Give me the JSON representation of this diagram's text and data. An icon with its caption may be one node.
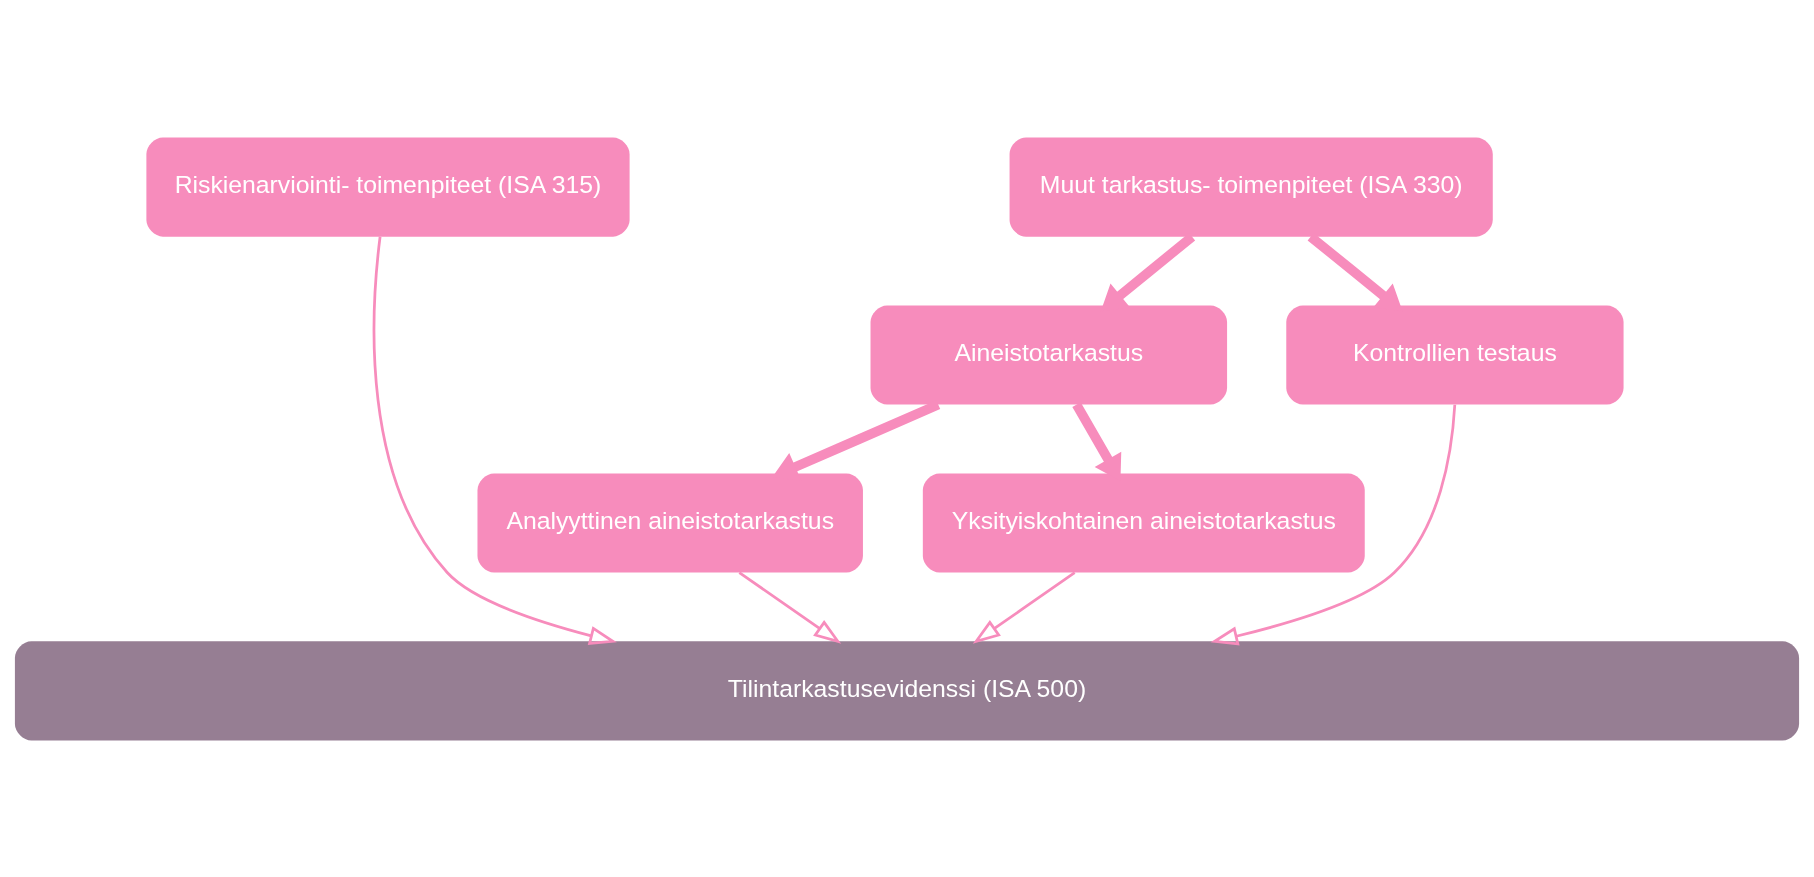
{
  "diagram": {
    "nodes": [
      {
        "text": [
          "Riskienarviointi- toimenpiteet (ISA 315)"
        ]
      },
      {
        "text": [
          "Muut tarkastus- toimenpiteet (ISA 330)"
        ]
      },
      {
        "text": [
          "Aineistotarkastus"
        ]
      },
      {
        "text": [
          "Kontrollien testaus"
        ]
      },
      {
        "text": [
          "Analyyttinen aineistotarkastus"
        ]
      },
      {
        "text": [
          "Yksityiskohtainen aineistotarkastus"
        ]
      },
      {
        "text": [
          "Tilintarkastusevidenssi (ISA 500)"
        ]
      }
    ],
    "edges": [
      {
        "from": 1,
        "to": 3,
        "arrow": "to",
        "style": "thick"
      },
      {
        "from": 1,
        "to": 2,
        "arrow": "to",
        "style": "thick"
      },
      {
        "from": 2,
        "to": 4,
        "arrow": "to",
        "style": "thick"
      },
      {
        "from": 2,
        "to": 5,
        "arrow": "to",
        "style": "thick"
      },
      {
        "from": 0,
        "to": 6,
        "arrow": "to"
      },
      {
        "from": 4,
        "to": 6,
        "arrow": "to"
      },
      {
        "from": 5,
        "to": 6,
        "arrow": "to"
      },
      {
        "from": 3,
        "to": 6,
        "arrow": "to"
      }
    ]
  }
}
